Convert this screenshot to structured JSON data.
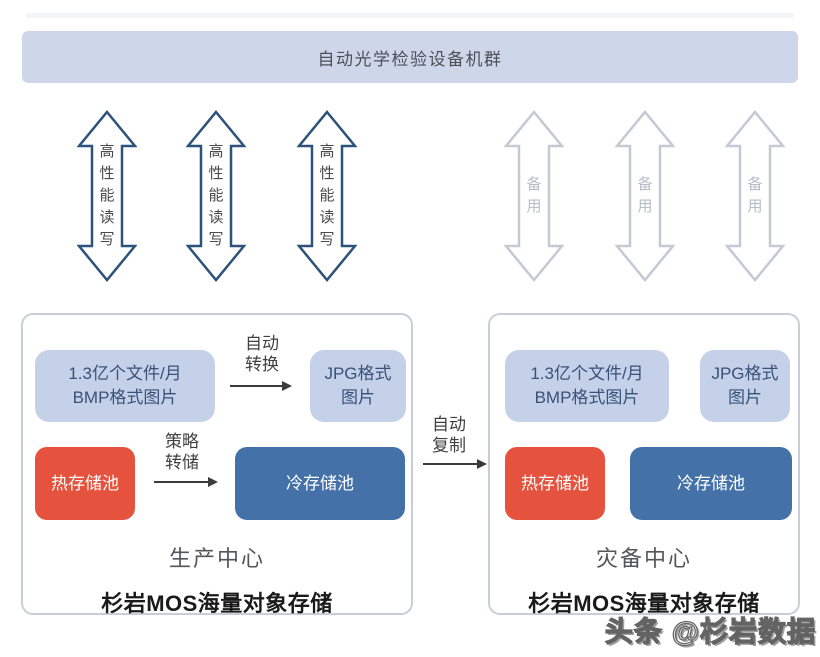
{
  "banner": {
    "label": "自动光学检验设备机群"
  },
  "arrows": {
    "performance": {
      "label": "高性能读写"
    },
    "standby": {
      "label": "备用"
    }
  },
  "flows": {
    "convert": "自动\n转换",
    "dump": "策略\n转储",
    "replicate": "自动\n复制"
  },
  "production": {
    "bmp": "1.3亿个文件/月\nBMP格式图片",
    "jpg": "JPG格式\n图片",
    "hot": "热存储池",
    "cold": "冷存储池",
    "name": "生产中心",
    "title": "杉岩MOS海量对象存储"
  },
  "disaster": {
    "bmp": "1.3亿个文件/月\nBMP格式图片",
    "jpg": "JPG格式\n图片",
    "hot": "热存储池",
    "cold": "冷存储池",
    "name": "灾备中心",
    "title": "杉岩MOS海量对象存储"
  },
  "watermark": "头条 @杉岩数据",
  "colors": {
    "banner_bg": "#ced7ea",
    "light_chip_bg": "#c4d1e8",
    "hot_pool": "#e5523d",
    "cold_pool": "#4472a8",
    "arrow_navy": "#2e527b",
    "arrow_gray": "#c4c9d3"
  }
}
